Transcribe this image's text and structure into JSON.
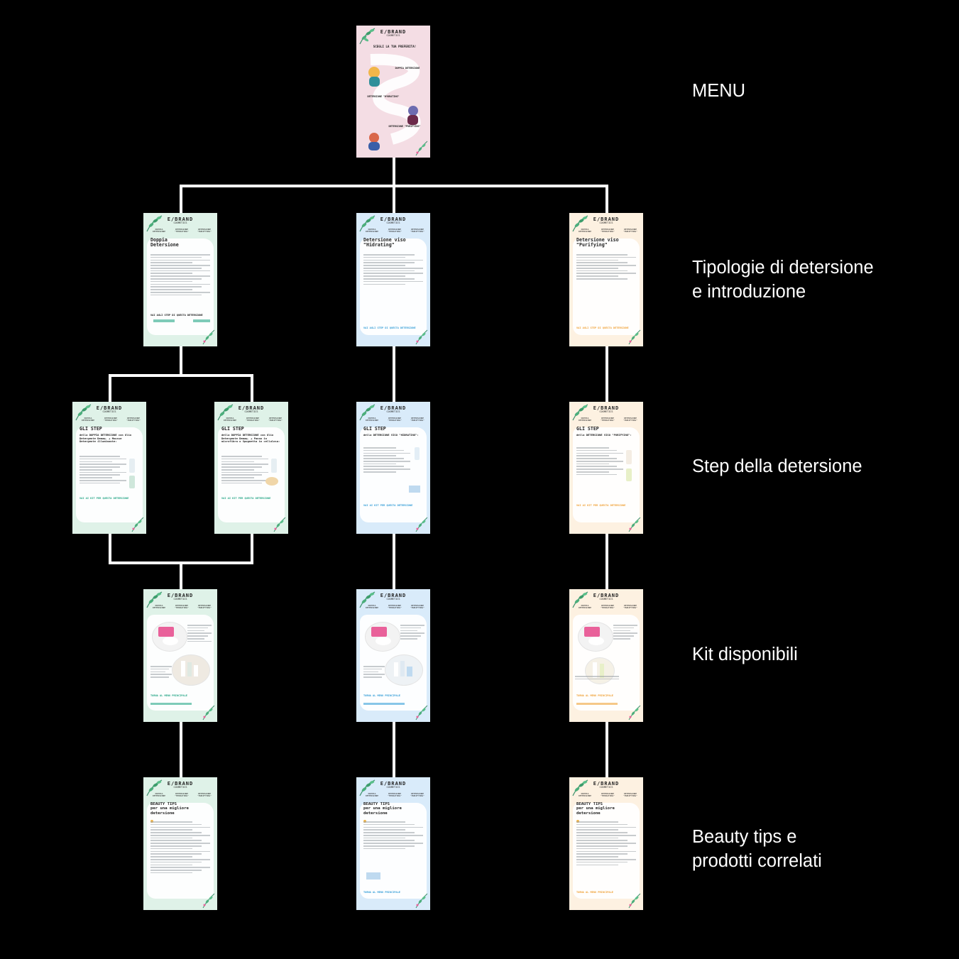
{
  "labels": {
    "menu": "MENU",
    "tipologie": "Tipologie di detersione\ne introduzione",
    "step": "Step della detersione",
    "kit": "Kit disponibili",
    "beauty": "Beauty tips e\nprodotti correlati"
  },
  "colors": {
    "background": "#000000",
    "connector": "#ffffff",
    "green_card": "#dff2e8",
    "blue_card": "#d9ebfa",
    "cream_card": "#fdf1e1",
    "pink_card": "#f4dde4",
    "accent_green": "#2aa889",
    "accent_blue": "#3aa0d8",
    "accent_orange": "#f0a33a"
  },
  "brand": {
    "name": "E/BRAND",
    "sub": "COSMETICS"
  },
  "nav": [
    "DOPPIA DETERSIONE",
    "DETERSIONE \"HYDRATING\"",
    "DETERSIONE \"PURIFYING\""
  ],
  "menu_card": {
    "heading": "SCEGLI LA TUA PREFERITA!",
    "options": [
      "DOPPIA DETERSIONE",
      "DETERSIONE \"HYDRATING\"",
      "DETERSIONE \"PURIFYING\""
    ]
  },
  "cards": {
    "intro_doppia": {
      "title": "Doppia\nDetersione",
      "cta": "VAI AGLI STEP DI QUESTA DETERSIONE"
    },
    "intro_hydrating": {
      "title": "Detersione viso\n\"Hidrating\"",
      "cta": "VAI AGLI STEP DI QUESTA DETERSIONE"
    },
    "intro_purifying": {
      "title": "Detersione viso\n\"Purifying\"",
      "cta": "VAI AGLI STEP DI QUESTA DETERSIONE"
    },
    "step_doppia_a": {
      "title": "GLI STEP",
      "sub": "della DOPPIA DETERSIONE con Olio Detergente Demaq. + Mousse Detergente illuminante:",
      "cta": "VAI AI KIT PER QUESTA DETERSIONE"
    },
    "step_doppia_b": {
      "title": "GLI STEP",
      "sub": "della DOPPIA DETERSIONE con Olio Detergente Demaq. + Panno in microfibra o Spugnetta in cellulosa:",
      "cta": "VAI AI KIT PER QUESTA DETERSIONE"
    },
    "step_hydrating": {
      "title": "GLI STEP",
      "sub": "della DETERSIONE VISO \"HIDRATING\":",
      "cta": "VAI AI KIT PER QUESTA DETERSIONE"
    },
    "step_purifying": {
      "title": "GLI STEP",
      "sub": "della DETERSIONE VISO \"PURIFYING\":",
      "cta": "VAI AI KIT PER QUESTA DETERSIONE"
    },
    "kit_doppia": {
      "cta": "TORNA AL MENU PRINCIPALE"
    },
    "kit_hydrating": {
      "cta": "TORNA AL MENU PRINCIPALE"
    },
    "kit_purifying": {
      "cta": "TORNA AL MENU PRINCIPALE"
    },
    "tips_doppia": {
      "title": "BEAUTY TIPS\nper una migliore\ndetersione"
    },
    "tips_hydrating": {
      "title": "BEAUTY TIPS\nper una migliore\ndetersione",
      "cta": "TORNA AL MENU PRINCIPALE"
    },
    "tips_purifying": {
      "title": "BEAUTY TIPS\nper una migliore\ndetersione",
      "cta": "TORNA AL MENU PRINCIPALE"
    }
  }
}
